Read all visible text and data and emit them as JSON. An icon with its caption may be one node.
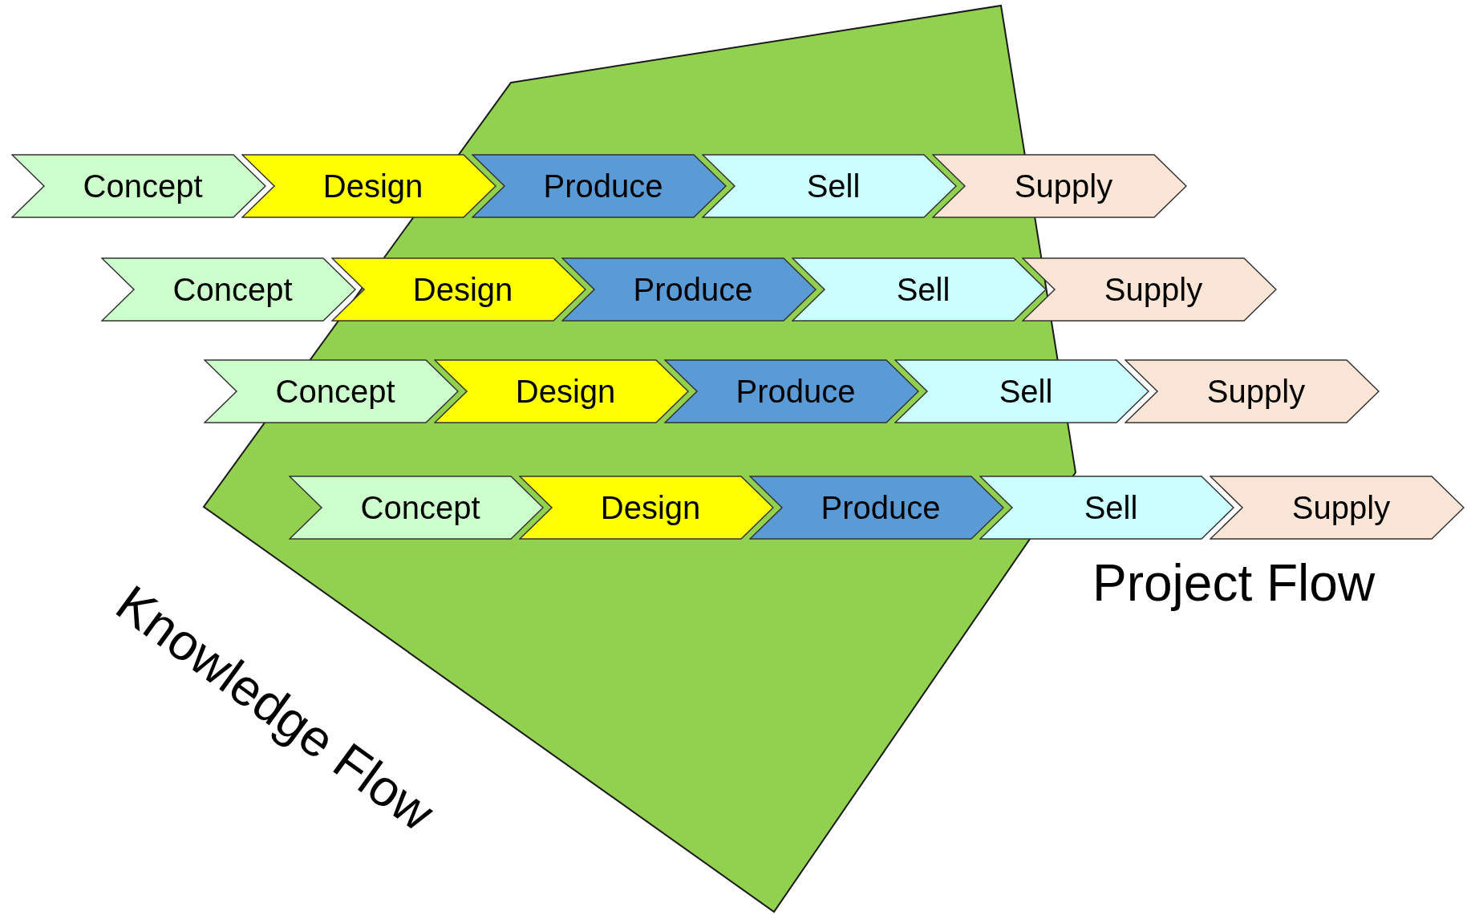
{
  "diagram": {
    "nodes": [
      {
        "text": [
          "Concept"
        ]
      },
      {
        "text": [
          "Design"
        ]
      },
      {
        "text": [
          "Produce"
        ]
      },
      {
        "text": [
          "Sell"
        ]
      },
      {
        "text": [
          "Supply"
        ]
      },
      {
        "text": [
          "Concept"
        ]
      },
      {
        "text": [
          "Design"
        ]
      },
      {
        "text": [
          "Produce"
        ]
      },
      {
        "text": [
          "Sell"
        ]
      },
      {
        "text": [
          "Supply"
        ]
      },
      {
        "text": [
          "Concept"
        ]
      },
      {
        "text": [
          "Design"
        ]
      },
      {
        "text": [
          "Produce"
        ]
      },
      {
        "text": [
          "Sell"
        ]
      },
      {
        "text": [
          "Supply"
        ]
      },
      {
        "text": [
          "Concept"
        ]
      },
      {
        "text": [
          "Design"
        ]
      },
      {
        "text": [
          "Produce"
        ]
      },
      {
        "text": [
          "Sell"
        ]
      },
      {
        "text": [
          "Supply"
        ]
      }
    ],
    "edges": [],
    "labels": [
      "Project Flow",
      "Knowledge Flow"
    ]
  }
}
